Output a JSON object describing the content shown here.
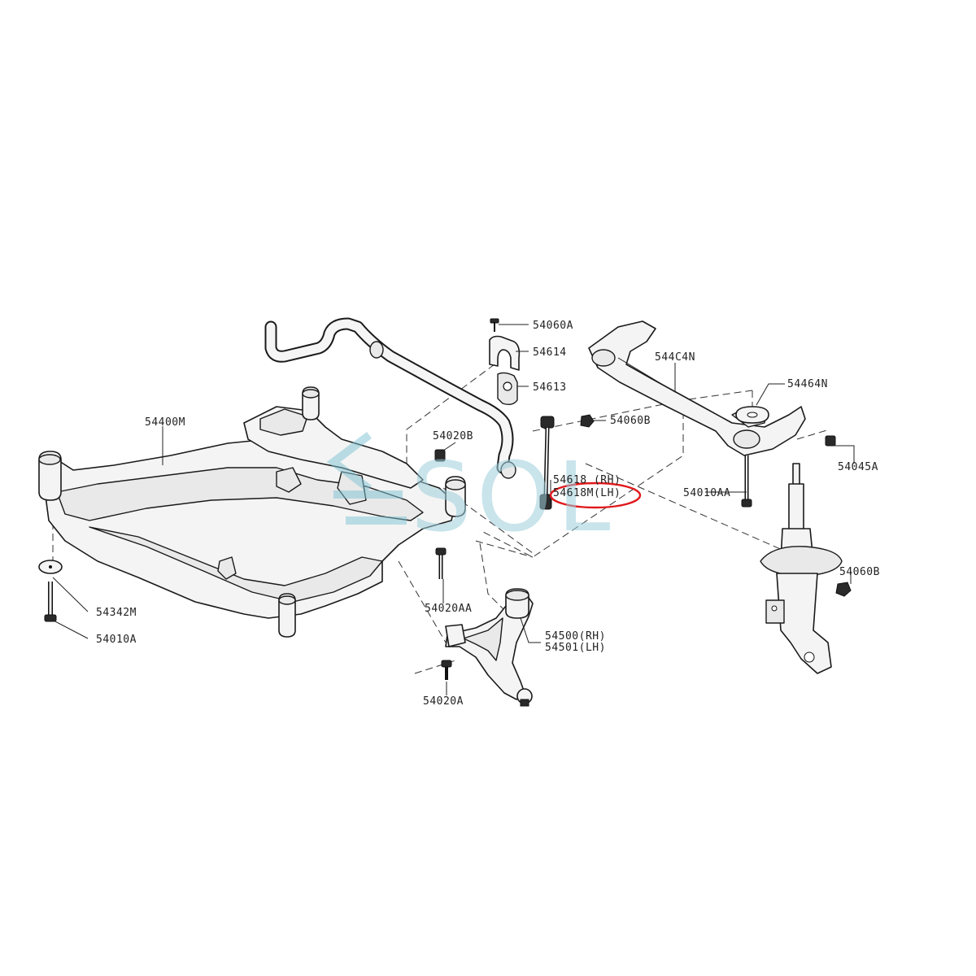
{
  "watermark": {
    "text": "SOL"
  },
  "labels": {
    "p54060A": "54060A",
    "p54614": "54614",
    "p54613": "54613",
    "p544C4N": "544C4N",
    "p54464N": "54464N",
    "p54400M": "54400M",
    "p54020B": "54020B",
    "p54060B_top": "54060B",
    "p54045A": "54045A",
    "p54618_rh": "54618 (RH)",
    "p54618M_lh": "54618M(LH)",
    "p54010AA": "54010AA",
    "p54060B_right": "54060B",
    "p54342M": "54342M",
    "p54010A": "54010A",
    "p54020AA": "54020AA",
    "p54500_rh": "54500(RH)",
    "p54501_lh": "54501(LH)",
    "p54020A": "54020A"
  },
  "highlight": {
    "target": "54618M(LH)",
    "color": "#e0191b"
  }
}
